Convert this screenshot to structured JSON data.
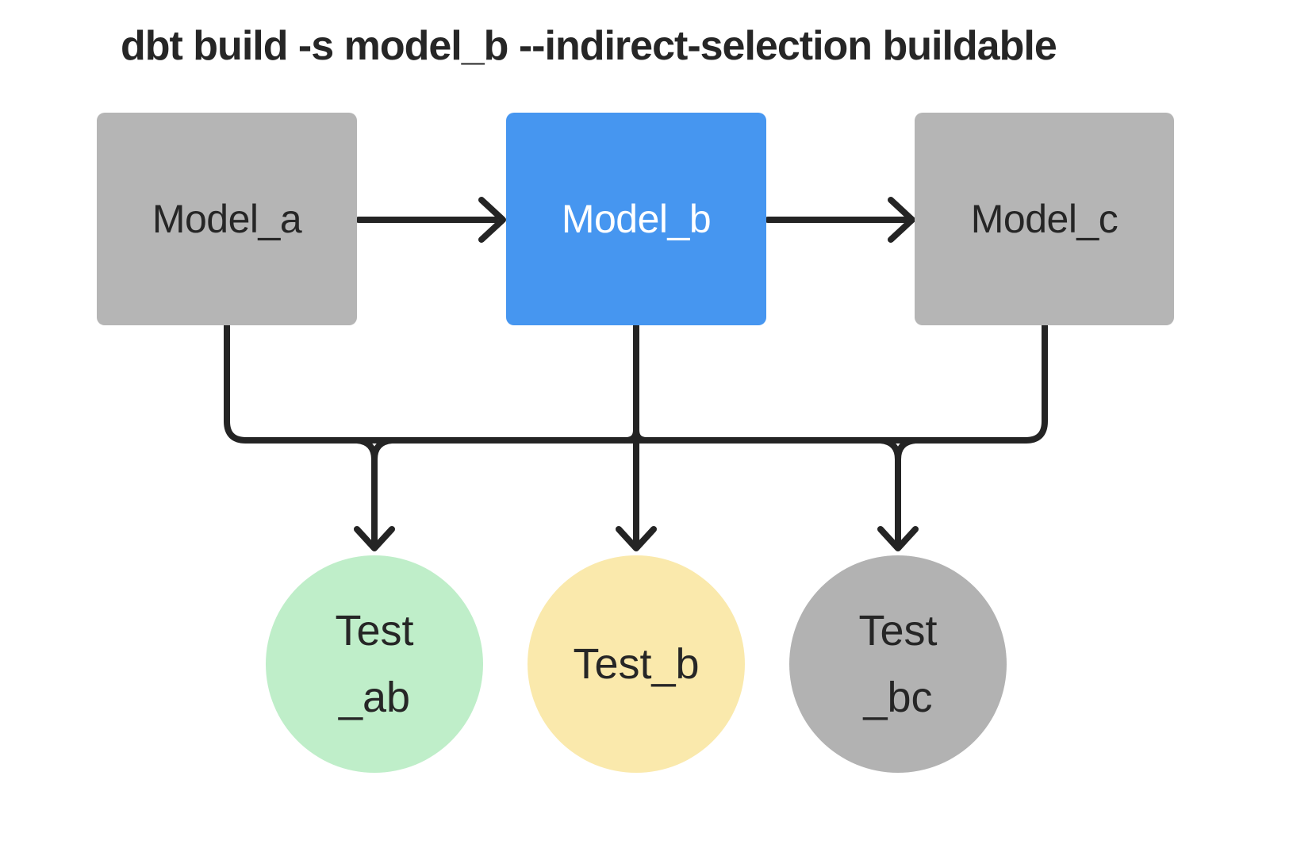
{
  "title": "dbt build -s model_b --indirect-selection buildable",
  "colors": {
    "background": "#ffffff",
    "node-gray": "#b5b5b5",
    "node-blue": "#4696f0",
    "test-green": "#bfeec9",
    "test-yellow": "#fae9ac",
    "test-gray": "#b2b2b2",
    "line": "#242424",
    "text-dark": "#262626",
    "text-light": "#ffffff"
  },
  "models": [
    {
      "label": "Model_a",
      "highlighted": false
    },
    {
      "label": "Model_b",
      "highlighted": true
    },
    {
      "label": "Model_c",
      "highlighted": false
    }
  ],
  "tests": [
    {
      "lines": [
        "Test",
        "_ab"
      ],
      "color": "green"
    },
    {
      "lines": [
        "Test_b"
      ],
      "color": "yellow"
    },
    {
      "lines": [
        "Test",
        "_bc"
      ],
      "color": "gray"
    }
  ]
}
